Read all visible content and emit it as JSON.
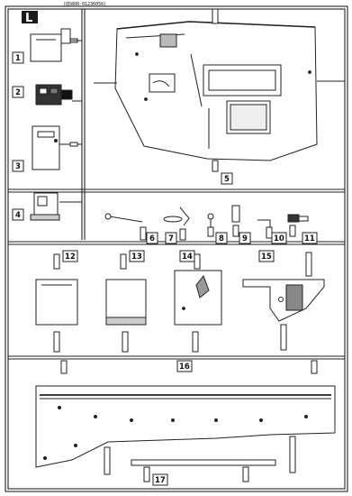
{
  "sprue_letter": "L",
  "top_code": "(Q5808-01236056)",
  "labels": {
    "p1": "1",
    "p2": "2",
    "p3": "3",
    "p4": "4",
    "p5": "5",
    "p6": "6",
    "p7": "7",
    "p8": "8",
    "p9": "9",
    "p10": "10",
    "p11": "11",
    "p12": "12",
    "p13": "13",
    "p14": "14",
    "p15": "15",
    "p16": "16",
    "p17": "17"
  }
}
